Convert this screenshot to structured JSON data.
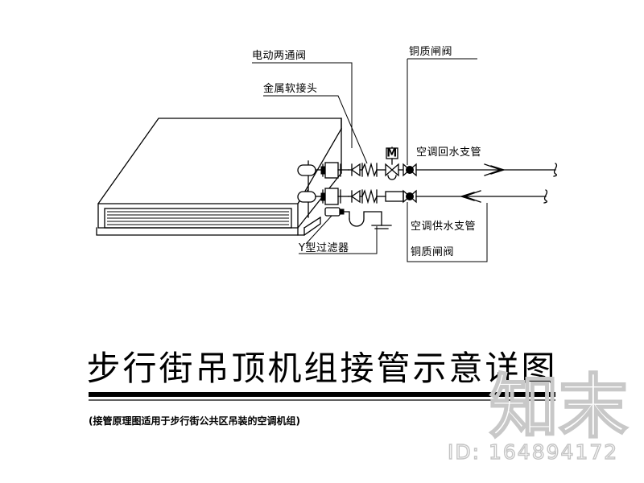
{
  "document": {
    "type": "hvac-piping-detail-drawing",
    "title": "步行街吊顶机组接管示意详图",
    "subtitle": "(接管原理图适用于步行街公共区吊装的空调机组)"
  },
  "labels": {
    "motorized_two_way_valve": "电动两通阀",
    "metal_flexible_joint": "金属软接头",
    "brass_gate_valve_top": "铜质闸阀",
    "brass_gate_valve_bottom": "铜质闸阀",
    "ac_return_water_branch": "空调回水支管",
    "ac_supply_water_branch": "空调供水支管",
    "y_type_strainer": "Y型过滤器"
  },
  "symbols": {
    "motor_actuator": "M",
    "fan_coil_unit": "fan-coil-unit-isometric",
    "drain_trap": "u-trap-drain",
    "pipe_break": "pipe-break-squiggle",
    "flow_arrow_return": "arrow-right",
    "flow_arrow_supply": "arrow-left"
  },
  "watermark": {
    "brand": "知末",
    "id_text": "ID: 164894172"
  },
  "colors": {
    "line": "#000000",
    "background": "#ffffff",
    "watermark": "#c8c8c8"
  }
}
